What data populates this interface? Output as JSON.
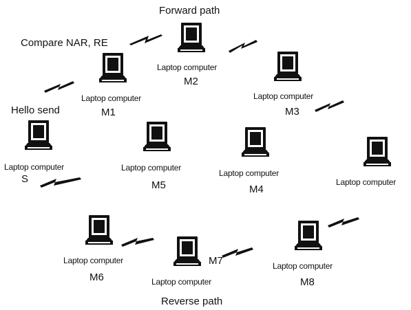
{
  "labels": {
    "forward_path": "Forward path",
    "compare": "Compare NAR, RE",
    "hello_send": "Hello send",
    "reverse_path": "Reverse path"
  },
  "nodes": [
    {
      "id": "s",
      "caption": "Laptop computer",
      "name": "S"
    },
    {
      "id": "m1",
      "caption": "Laptop computer",
      "name": "M1"
    },
    {
      "id": "m2",
      "caption": "Laptop computer",
      "name": "M2"
    },
    {
      "id": "m3",
      "caption": "Laptop computer",
      "name": "M3"
    },
    {
      "id": "m4",
      "caption": "Laptop computer",
      "name": "M4"
    },
    {
      "id": "m5",
      "caption": "Laptop computer",
      "name": "M5"
    },
    {
      "id": "m6",
      "caption": "Laptop computer",
      "name": "M6"
    },
    {
      "id": "m7",
      "caption": "Laptop computer",
      "name": "M7"
    },
    {
      "id": "m8",
      "caption": "Laptop computer",
      "name": "M8"
    },
    {
      "id": "d",
      "caption": "Laptop computer",
      "name": ""
    }
  ]
}
